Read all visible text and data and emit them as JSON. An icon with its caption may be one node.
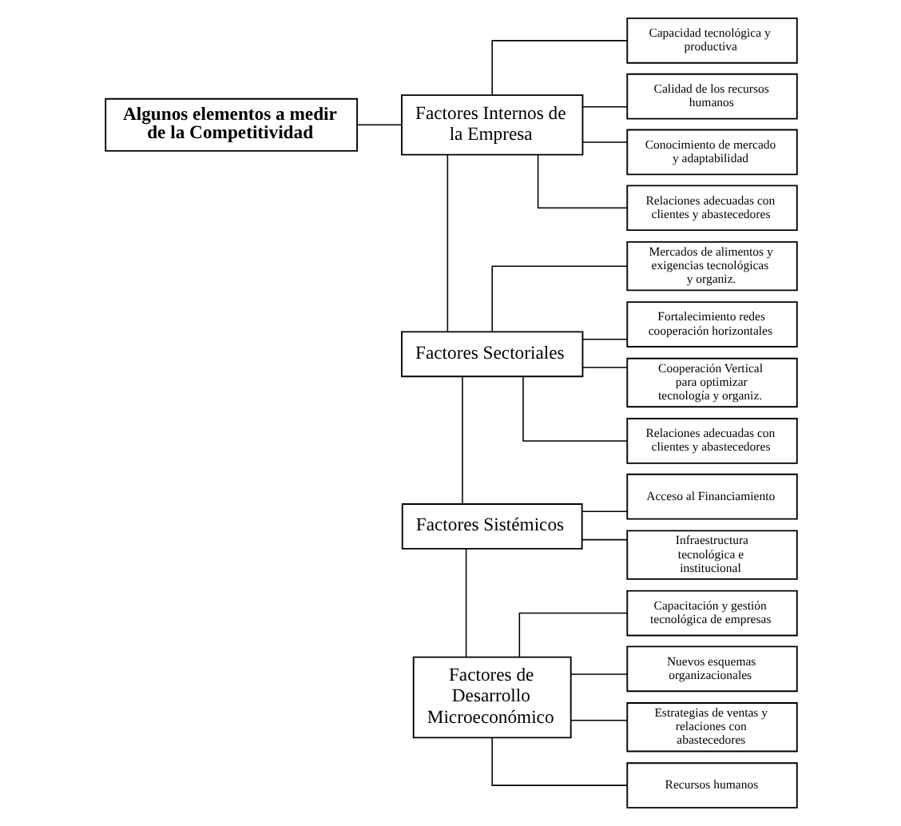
{
  "diagram": {
    "nodes": [
      {
        "text": [
          "Algunos elementos a medir de la Competitividad"
        ]
      },
      {
        "text": [
          "Factores Internos de la Empresa"
        ]
      },
      {
        "text": [
          "Capacidad tecnológica y productiva"
        ]
      },
      {
        "text": [
          "Calidad de los recursos humanos"
        ]
      },
      {
        "text": [
          "Conocimiento de mercado y adaptabilidad"
        ]
      },
      {
        "text": [
          "Relaciones adecuadas con clientes y abastecedores"
        ]
      },
      {
        "text": [
          "Factores Sectoriales"
        ]
      },
      {
        "text": [
          "Mercados de alimentos y exigencias tecnológicas y organiz."
        ]
      },
      {
        "text": [
          "Fortalecimiento redes cooperación horizontales"
        ]
      },
      {
        "text": [
          "Cooperación Vertical para optimizar tecnología y organiz."
        ]
      },
      {
        "text": [
          "Relaciones adecuadas con clientes y abastecedores"
        ]
      },
      {
        "text": [
          "Factores Sistémicos"
        ]
      },
      {
        "text": [
          "Acceso al Financiamiento"
        ]
      },
      {
        "text": [
          "Infraestructura tecnológica e institucional"
        ]
      },
      {
        "text": [
          "Factores de Desarrollo Microeconómico"
        ]
      },
      {
        "text": [
          "Capacitación y gestión tecnológica de empresas"
        ]
      },
      {
        "text": [
          "Nuevos esquemas organizacionales"
        ]
      },
      {
        "text": [
          "Estrategias de ventas y relaciones con abastecedores"
        ]
      },
      {
        "text": [
          "Recursos humanos"
        ]
      }
    ],
    "edges": [
      {
        "from": 0,
        "to": 1,
        "arrow": "none"
      },
      {
        "from": 1,
        "to": 6,
        "arrow": "none"
      },
      {
        "from": 6,
        "to": 11,
        "arrow": "none"
      },
      {
        "from": 11,
        "to": 14,
        "arrow": "none"
      },
      {
        "from": 1,
        "to": 2,
        "arrow": "none"
      },
      {
        "from": 1,
        "to": 3,
        "arrow": "none"
      },
      {
        "from": 1,
        "to": 4,
        "arrow": "none"
      },
      {
        "from": 1,
        "to": 5,
        "arrow": "none"
      },
      {
        "from": 6,
        "to": 7,
        "arrow": "none"
      },
      {
        "from": 6,
        "to": 8,
        "arrow": "none"
      },
      {
        "from": 6,
        "to": 9,
        "arrow": "none"
      },
      {
        "from": 6,
        "to": 10,
        "arrow": "none"
      },
      {
        "from": 11,
        "to": 12,
        "arrow": "none"
      },
      {
        "from": 11,
        "to": 13,
        "arrow": "none"
      },
      {
        "from": 14,
        "to": 15,
        "arrow": "none"
      },
      {
        "from": 14,
        "to": 16,
        "arrow": "none"
      },
      {
        "from": 14,
        "to": 17,
        "arrow": "none"
      },
      {
        "from": 14,
        "to": 18,
        "arrow": "none"
      }
    ]
  }
}
